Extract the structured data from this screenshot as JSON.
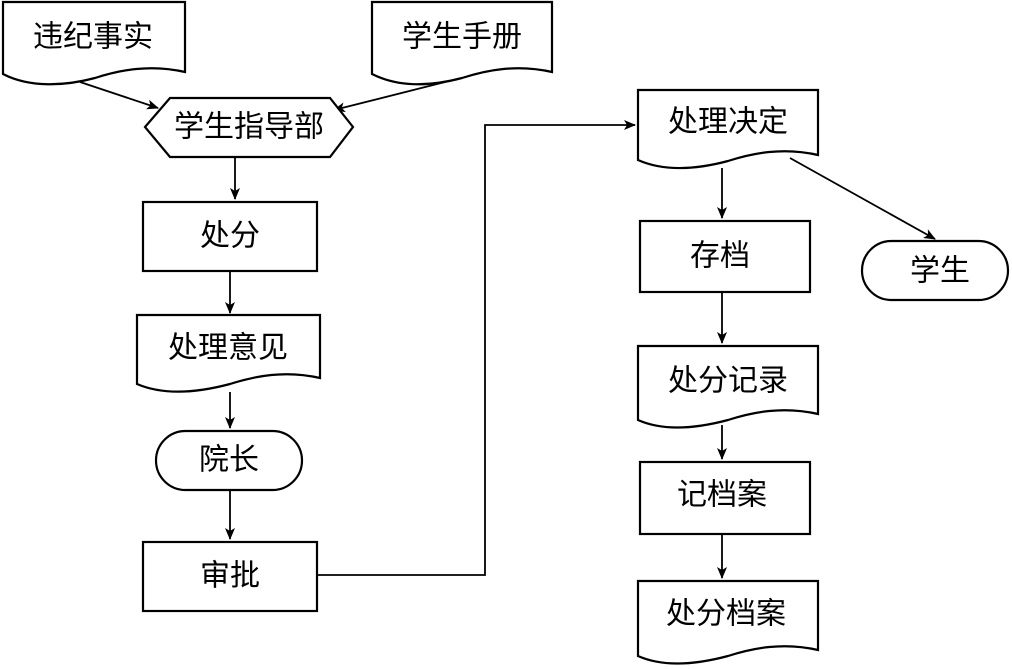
{
  "diagram": {
    "nodes": {
      "weiji": "违纪事实",
      "shouce": "学生手册",
      "zhidaobu": "学生指导部",
      "chufen": "处分",
      "yijian": "处理意见",
      "yuanzhang": "院长",
      "shenpi": "审批",
      "jueding": "处理决定",
      "cundang": "存档",
      "xuesheng": "学生",
      "jilu": "处分记录",
      "jidangan": "记档案",
      "dangan": "处分档案"
    },
    "colors": {
      "stroke": "#000000",
      "fill": "#ffffff"
    }
  }
}
